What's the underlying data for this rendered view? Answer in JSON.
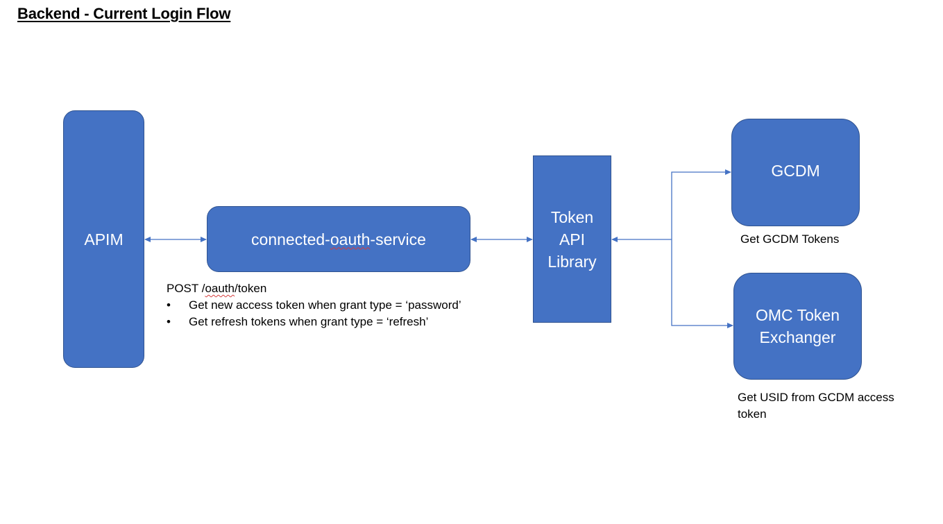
{
  "title": "Backend - Current Login Flow",
  "nodes": {
    "apim": {
      "label": "APIM"
    },
    "connected_oauth_service": {
      "label": "connected-oauth-service",
      "label_prefix": "connected-",
      "label_flagged": "oauth",
      "label_suffix": "-service"
    },
    "token_api_library": {
      "line1": "Token",
      "line2": "API",
      "line3": "Library"
    },
    "gcdm": {
      "label": "GCDM"
    },
    "omc_token_exchanger": {
      "line1": "OMC Token",
      "line2": "Exchanger"
    }
  },
  "edges": [
    {
      "from": "APIM",
      "to": "connected-oauth-service",
      "direction": "bidirectional"
    },
    {
      "from": "connected-oauth-service",
      "to": "Token API Library",
      "direction": "bidirectional"
    },
    {
      "from": "Token API Library",
      "to": "GCDM",
      "direction": "bidirectional"
    },
    {
      "from": "Token API Library",
      "to": "OMC Token Exchanger",
      "direction": "bidirectional"
    }
  ],
  "notes": {
    "post": {
      "heading_prefix": "POST /",
      "heading_flagged": "oauth",
      "heading_suffix": "/token",
      "bullet_char": "•",
      "bullets": [
        "Get new access token when grant type = ‘password’",
        "Get refresh tokens when grant type = ‘refresh’"
      ]
    },
    "gcdm": "Get GCDM Tokens",
    "omc": "Get USID from GCDM access token"
  },
  "colors": {
    "box_fill": "#4472C4",
    "box_border": "#2F528F",
    "connector": "#4472C4",
    "spellcheck_underline": "#d63b3b"
  }
}
